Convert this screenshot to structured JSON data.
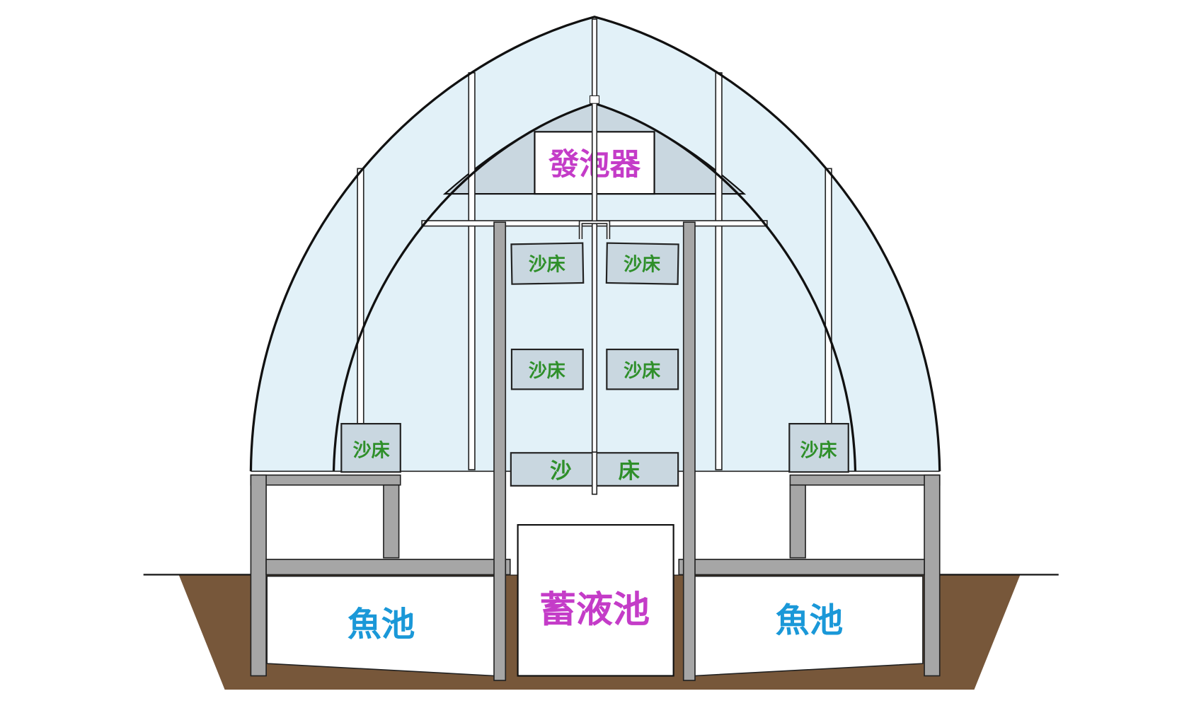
{
  "labels": {
    "bubbler": "發泡器",
    "sand_bed": "沙床",
    "sand_bed_wide_left": "沙",
    "sand_bed_wide_right": "床",
    "reservoir": "蓄液池",
    "fish_pond": "魚池"
  },
  "colors": {
    "bubbler_text": "#c43cc8",
    "reservoir_text": "#c43cc8",
    "sand_text": "#2f8f2a",
    "fish_text": "#1a98d8",
    "soil": "#77573a",
    "frame": "#a6a6a6",
    "film": "#e2f1f8",
    "bed": "#c9d7e0"
  }
}
